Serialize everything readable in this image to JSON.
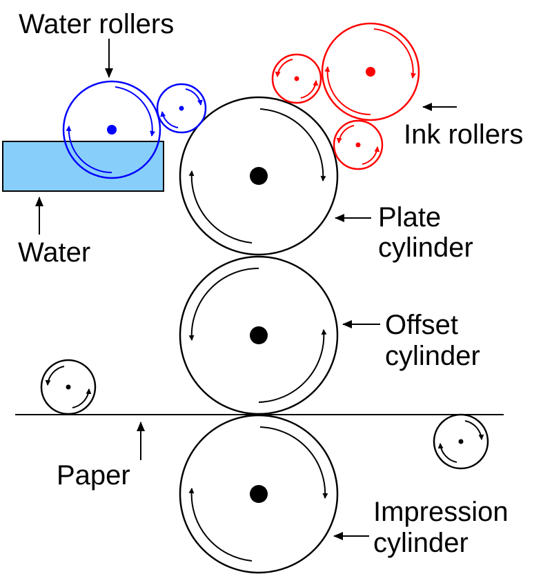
{
  "labels": {
    "water_rollers": "Water rollers",
    "ink_rollers": "Ink rollers",
    "water": "Water",
    "plate_line1": "Plate",
    "plate_line2": "cylinder",
    "offset_line1": "Offset",
    "offset_line2": "cylinder",
    "paper": "Paper",
    "impression_line1": "Impression",
    "impression_line2": "cylinder"
  },
  "colors": {
    "water_roller": "#0000ff",
    "ink_roller": "#ff0000",
    "water_fill": "#87cefa",
    "line": "#000000"
  },
  "icons": {
    "rotation_arrow": "curved-arrow-icon",
    "pointer_arrow": "straight-arrow-icon"
  }
}
